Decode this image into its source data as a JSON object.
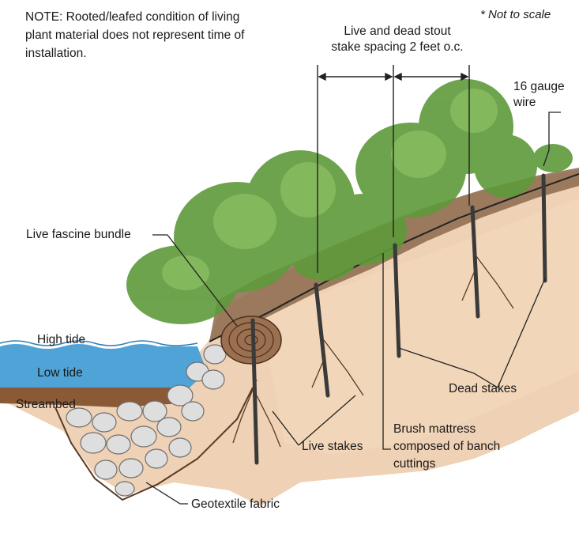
{
  "note": "NOTE: Rooted/leafed condition of living plant material does not represent time of installation.",
  "scale_note": "* Not to scale",
  "labels": {
    "stake_spacing_line1": "Live and dead stout",
    "stake_spacing_line2": "stake spacing 2 feet o.c.",
    "wire_line1": "16 gauge",
    "wire_line2": "wire",
    "live_fascine": "Live fascine bundle",
    "high_tide": "High tide",
    "low_tide": "Low tide",
    "streambed": "Streambed",
    "dead_stakes": "Dead stakes",
    "live_stakes": "Live stakes",
    "brush_line1": "Brush mattress",
    "brush_line2": "composed of banch",
    "brush_line3": "cuttings",
    "geotextile": "Geotextile fabric"
  },
  "colors": {
    "water": "#4fa3d6",
    "soil": "#ecc9a8",
    "foliage": "#5e9a3a",
    "rock": "#dcdcdc",
    "streambed": "#8a5a36"
  }
}
